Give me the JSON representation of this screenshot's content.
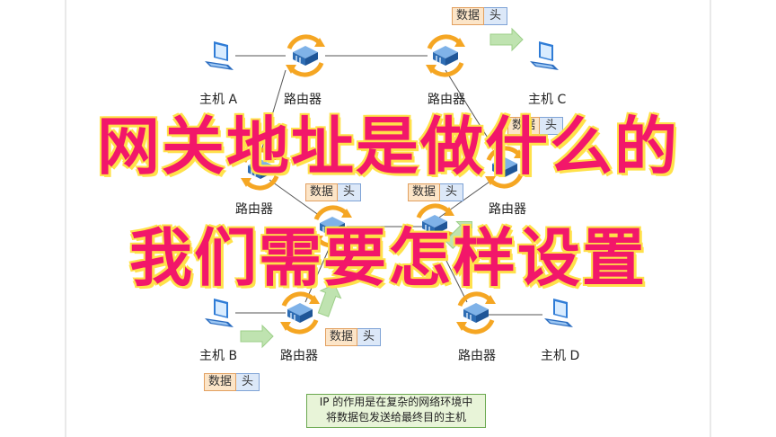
{
  "labels": {
    "host_a": "主机 A",
    "host_b": "主机 B",
    "host_c": "主机 C",
    "host_d": "主机 D",
    "router": "路由器"
  },
  "packet": {
    "data": "数据",
    "header": "头"
  },
  "info_box": {
    "line1": "IP 的作用是在复杂的网络环境中",
    "line2": "将数据包发送给最终目的主机"
  },
  "headline": {
    "line1": "网关地址是做什么的",
    "line2": "我们需要怎样设置"
  },
  "colors": {
    "headline_fill": "#f2176a",
    "headline_stroke": "#ffe14a",
    "router_body": "#3a7fc9",
    "router_arrow": "#f5a623",
    "host_blue": "#2f7cd6",
    "arrow_green": "#bfe3b0"
  }
}
